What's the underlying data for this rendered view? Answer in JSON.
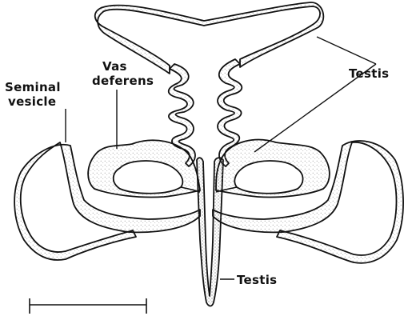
{
  "diagram": {
    "labels": {
      "seminal_vesicle_line1": "Seminal",
      "seminal_vesicle_line2": "vesicle",
      "vas_deferens_line1": "Vas",
      "vas_deferens_line2": "deferens",
      "testis_upper": "Testis",
      "testis_lower": "Testis"
    },
    "colors": {
      "ink": "#111111",
      "stipple": "#8a8a8a",
      "paper": "#ffffff"
    }
  }
}
